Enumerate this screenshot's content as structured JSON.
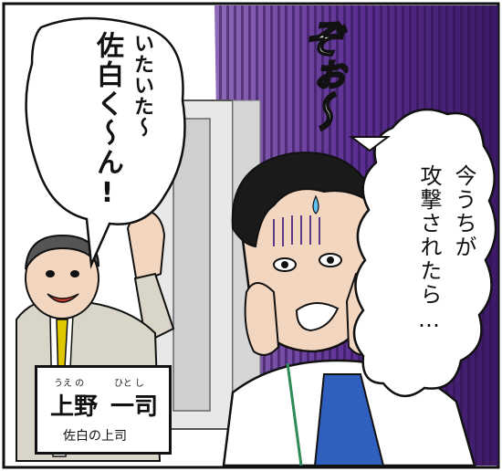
{
  "bubble_left": {
    "col1": "いたいた〜",
    "col2": "佐白く〜ん!"
  },
  "sfx": "ぞぉ〜",
  "bubble_right": {
    "col1": "今うちが",
    "col2": "攻撃されたら…"
  },
  "caption": {
    "name_part1": "上野",
    "name_part2": "一司",
    "ruby_part1": "うえ の",
    "ruby_part2": "ひと し",
    "role": "佐白の上司"
  },
  "colors": {
    "purple": "#6b3aa0",
    "purple_dark": "#3f1e6a",
    "ink": "#111111",
    "suit": "#d9d6c9",
    "tie_left": "#e0c800",
    "tie_right": "#2f5fbf",
    "skin": "#f3d6c0"
  }
}
